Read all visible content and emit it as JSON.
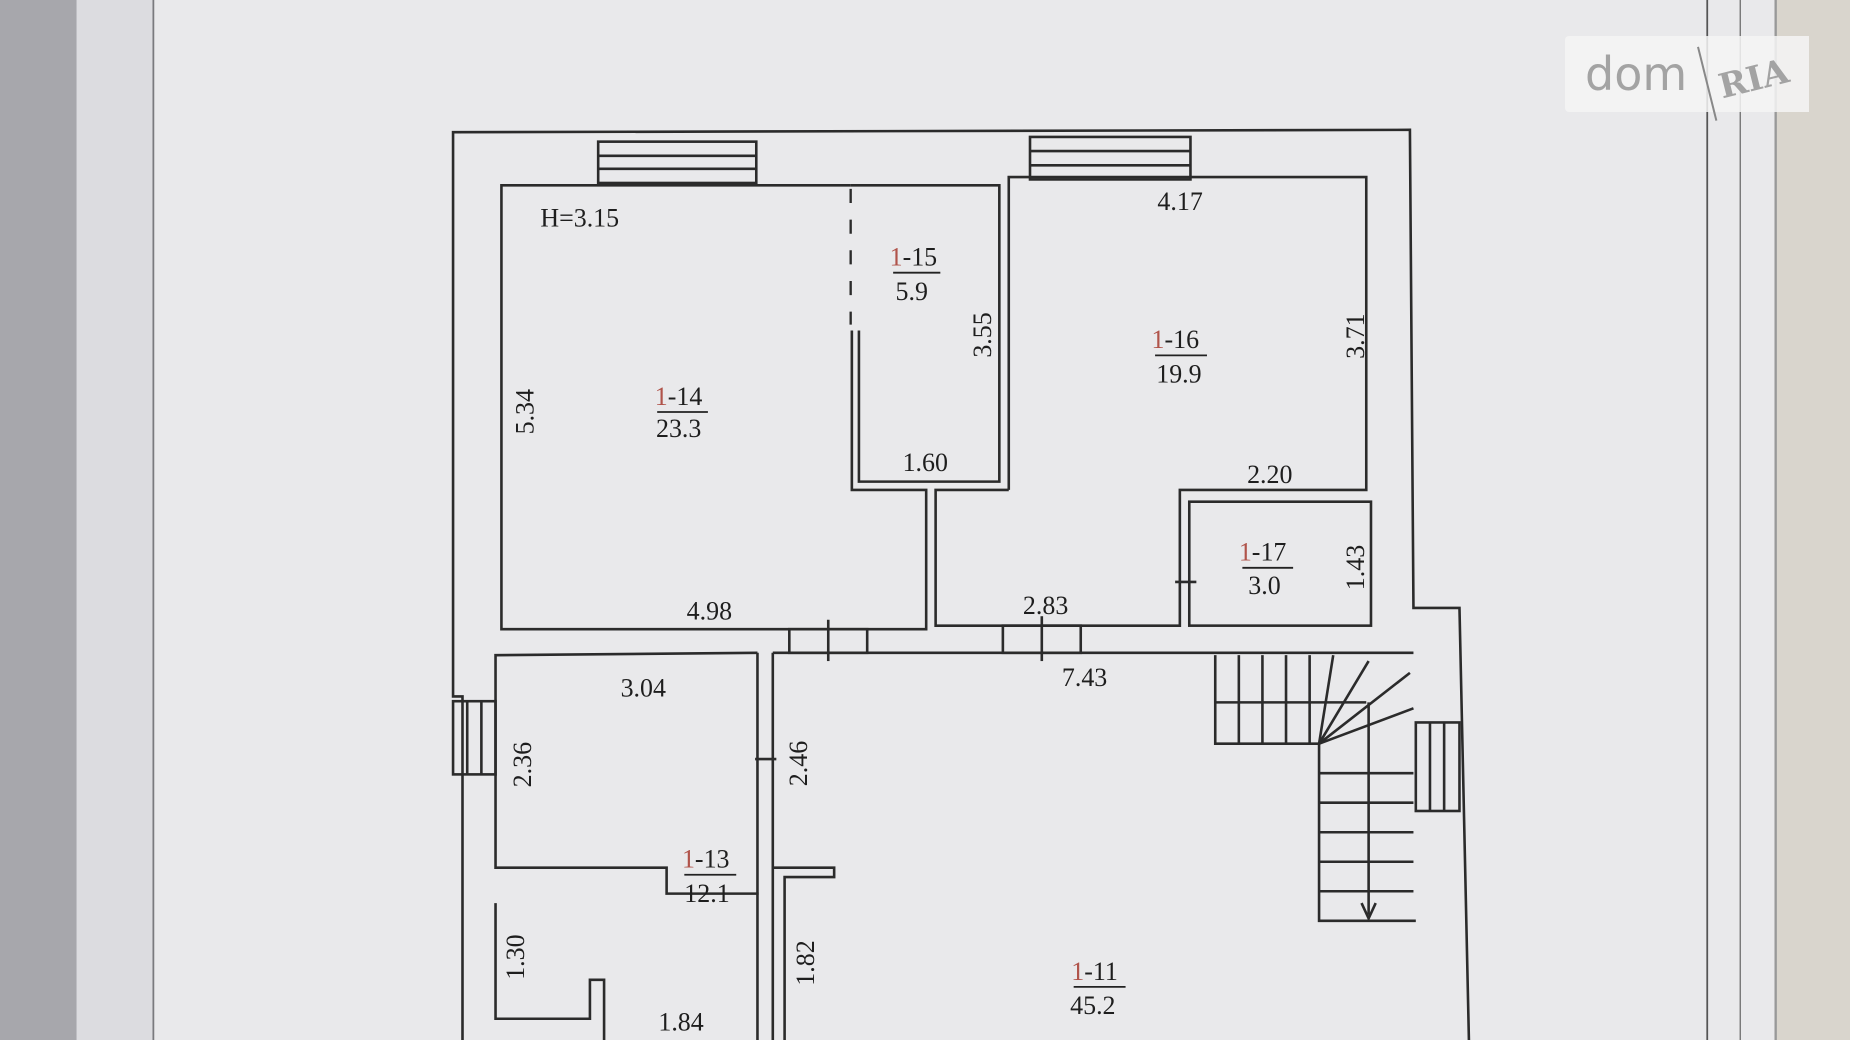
{
  "plan": {
    "ceiling_height": "H=3.15",
    "rooms": [
      {
        "id_prefix": "1",
        "id_suffix": "-14",
        "area": "23.3"
      },
      {
        "id_prefix": "1",
        "id_suffix": "-15",
        "area": "5.9"
      },
      {
        "id_prefix": "1",
        "id_suffix": "-16",
        "area": "19.9"
      },
      {
        "id_prefix": "1",
        "id_suffix": "-17",
        "area": "3.0"
      },
      {
        "id_prefix": "1",
        "id_suffix": "-13",
        "area": "12.1"
      },
      {
        "id_prefix": "1",
        "id_suffix": "-11",
        "area": "45.2"
      }
    ],
    "dimensions": [
      "5.34",
      "4.98",
      "3.55",
      "1.60",
      "4.17",
      "3.71",
      "2.20",
      "1.43",
      "2.83",
      "7.43",
      "3.04",
      "2.36",
      "2.46",
      "1.30",
      "1.82",
      "1.84"
    ]
  },
  "watermark": {
    "left": "dom",
    "right": "RIA"
  }
}
